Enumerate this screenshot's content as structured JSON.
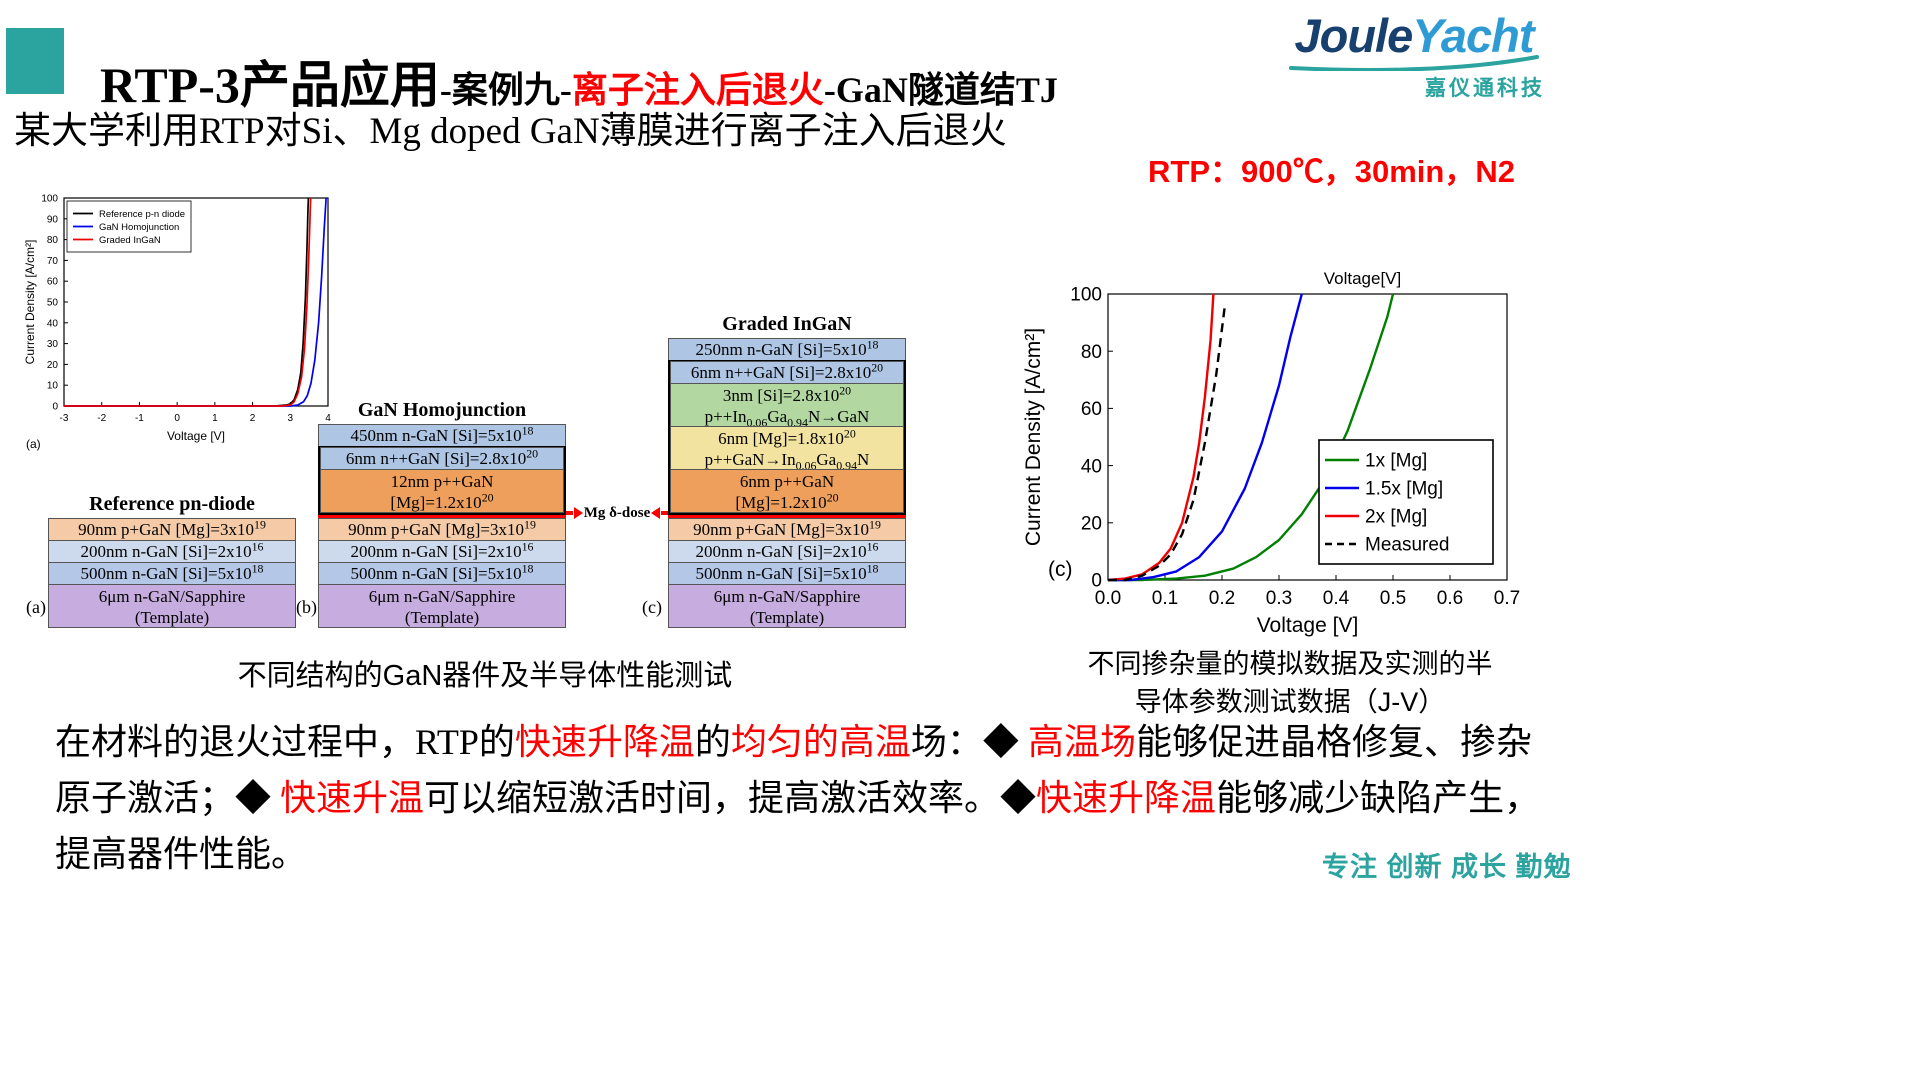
{
  "colors": {
    "accent_teal": "#2BA39E",
    "highlight_red": "#FF0000",
    "logo_dark_blue": "#17406F",
    "logo_light_blue": "#2F9BD5"
  },
  "header": {
    "title_segments": [
      {
        "text": "RTP-3产品应用",
        "color": "#000000",
        "variant": "main"
      },
      {
        "text": "-案例九-",
        "color": "#000000",
        "variant": "sub"
      },
      {
        "text": "离子注入后退火",
        "color": "#FF0000",
        "variant": "sub"
      },
      {
        "text": "-GaN隧道结TJ",
        "color": "#000000",
        "variant": "sub"
      }
    ],
    "logo": {
      "part1": "Joule",
      "part2": "Yacht",
      "subtitle": "嘉仪通科技"
    }
  },
  "subtitle": "某大学利用RTP对Si、Mg doped GaN薄膜进行离子注入后退火",
  "rtp_condition": "RTP：900℃，30min，N2",
  "stacks": {
    "mg_dose_label": "Mg δ-dose",
    "a": {
      "label": "(a)",
      "title": "Reference pn-diode",
      "layers": [
        {
          "text": "90nm p+GaN  [Mg]=3x10^{19}",
          "bg": "#f4cba6"
        },
        {
          "text": "200nm n-GaN  [Si]=2x10^{16}",
          "bg": "#cdd9ec"
        },
        {
          "text": "500nm n-GaN  [Si]=5x10^{18}",
          "bg": "#b4c7e7"
        },
        {
          "text": "6μm n-GaN/Sapphire\n(Template)",
          "bg": "#c7addf"
        }
      ]
    },
    "b": {
      "label": "(b)",
      "title": "GaN Homojunction",
      "layers": [
        {
          "text": "450nm n-GaN  [Si]=5x10^{18}",
          "bg": "#aec6e4"
        },
        {
          "text": "6nm n++GaN [Si]=2.8x10^{20}",
          "bg": "#aec6e4",
          "group": "tj"
        },
        {
          "text": "12nm p++GaN\n[Mg]=1.2x10^{20}",
          "bg": "#ee9f5c",
          "group": "tj"
        },
        {
          "text": "90nm p+GaN  [Mg]=3x10^{19}",
          "bg": "#f4cba6"
        },
        {
          "text": "200nm n-GaN  [Si]=2x10^{16}",
          "bg": "#cdd9ec"
        },
        {
          "text": "500nm n-GaN  [Si]=5x10^{18}",
          "bg": "#b4c7e7"
        },
        {
          "text": "6μm n-GaN/Sapphire\n(Template)",
          "bg": "#c7addf"
        }
      ]
    },
    "c": {
      "label": "(c)",
      "title": "Graded InGaN",
      "layers": [
        {
          "text": "250nm n-GaN  [Si]=5x10^{18}",
          "bg": "#aec6e4"
        },
        {
          "text": "6nm n++GaN [Si]=2.8x10^{20}",
          "bg": "#aec6e4",
          "group": "tj"
        },
        {
          "text": "3nm [Si]=2.8x10^{20}\np++In_{0.06}Ga_{0.94}N→GaN",
          "bg": "#b2d7a0",
          "group": "tj"
        },
        {
          "text": "6nm [Mg]=1.8x10^{20}\np++GaN→In_{0.06}Ga_{0.94}N",
          "bg": "#f2e3a1",
          "group": "tj"
        },
        {
          "text": "6nm p++GaN\n[Mg]=1.2x10^{20}",
          "bg": "#ee9f5c",
          "group": "tj"
        },
        {
          "text": "90nm p+GaN  [Mg]=3x10^{19}",
          "bg": "#f4cba6"
        },
        {
          "text": "200nm n-GaN  [Si]=2x10^{16}",
          "bg": "#cdd9ec"
        },
        {
          "text": "500nm n-GaN  [Si]=5x10^{18}",
          "bg": "#b4c7e7"
        },
        {
          "text": "6μm n-GaN/Sapphire\n(Template)",
          "bg": "#c7addf"
        }
      ]
    }
  },
  "captions": {
    "left": "不同结构的GaN器件及半导体性能测试",
    "right_line1": "不同掺杂量的模拟数据及实测的半",
    "right_line2": "导体参数测试数据（J-V）"
  },
  "paragraph_segments": [
    {
      "text": "在材料的退火过程中，RTP的",
      "highlight": false
    },
    {
      "text": "快速升降温",
      "highlight": true
    },
    {
      "text": "的",
      "highlight": false
    },
    {
      "text": "均匀的高温",
      "highlight": true
    },
    {
      "text": "场：◆ ",
      "highlight": false
    },
    {
      "text": "高温场",
      "highlight": true
    },
    {
      "text": "能够促进晶格修复、掺杂原子激活；◆ ",
      "highlight": false
    },
    {
      "text": "快速升温",
      "highlight": true
    },
    {
      "text": "可以缩短激活时间，提高激活效率。◆",
      "highlight": false
    },
    {
      "text": "快速升降温",
      "highlight": true
    },
    {
      "text": "能够减少缺陷产生，提高器件性能。",
      "highlight": false
    }
  ],
  "footer": {
    "motto": "专注 创新 成长 勤勉"
  },
  "chart_data": [
    {
      "id": "structure-jv",
      "type": "line",
      "title": "",
      "xlabel": "Voltage [V]",
      "ylabel": "Current Density [A/cm²]",
      "xlim": [
        -3,
        4
      ],
      "ylim": [
        0,
        100
      ],
      "xticks": [
        -3,
        -2,
        -1,
        0,
        1,
        2,
        3,
        4
      ],
      "yticks": [
        0,
        10,
        20,
        30,
        40,
        50,
        60,
        70,
        80,
        90,
        100
      ],
      "corner_label": "(a)",
      "legend_position": "top-left",
      "series": [
        {
          "name": "Reference p-n diode",
          "color": "#000000",
          "points": [
            [
              -3,
              0
            ],
            [
              -1,
              0
            ],
            [
              1,
              0
            ],
            [
              2,
              0
            ],
            [
              2.6,
              0
            ],
            [
              2.9,
              0.5
            ],
            [
              3.0,
              1
            ],
            [
              3.1,
              3
            ],
            [
              3.2,
              8
            ],
            [
              3.28,
              16
            ],
            [
              3.34,
              30
            ],
            [
              3.4,
              52
            ],
            [
              3.44,
              75
            ],
            [
              3.47,
              95
            ],
            [
              3.48,
              100
            ]
          ]
        },
        {
          "name": "GaN Homojunction",
          "color": "#0000ee",
          "points": [
            [
              -3,
              0
            ],
            [
              0,
              0
            ],
            [
              2,
              0
            ],
            [
              3.0,
              0
            ],
            [
              3.2,
              0.5
            ],
            [
              3.35,
              2
            ],
            [
              3.45,
              5
            ],
            [
              3.55,
              11
            ],
            [
              3.65,
              22
            ],
            [
              3.75,
              40
            ],
            [
              3.83,
              62
            ],
            [
              3.9,
              85
            ],
            [
              3.95,
              100
            ]
          ]
        },
        {
          "name": "Graded InGaN",
          "color": "#ee0000",
          "points": [
            [
              -3,
              0
            ],
            [
              0,
              0
            ],
            [
              2,
              0
            ],
            [
              2.8,
              0
            ],
            [
              3.0,
              0.5
            ],
            [
              3.1,
              2
            ],
            [
              3.2,
              6
            ],
            [
              3.3,
              14
            ],
            [
              3.38,
              28
            ],
            [
              3.44,
              48
            ],
            [
              3.49,
              72
            ],
            [
              3.53,
              95
            ],
            [
              3.54,
              100
            ]
          ]
        }
      ]
    },
    {
      "id": "doping-jv",
      "type": "line",
      "title": "",
      "xlabel": "Voltage [V]",
      "ylabel": "Current Density [A/cm²]",
      "top_label": "Voltage[V]",
      "xlim": [
        0,
        0.7
      ],
      "ylim": [
        0,
        100
      ],
      "xticks": [
        0,
        0.1,
        0.2,
        0.3,
        0.4,
        0.5,
        0.6,
        0.7
      ],
      "xtick_labels": [
        "0.0",
        "0.1",
        "0.2",
        "0.3",
        "0.4",
        "0.5",
        "0.6",
        "0.7"
      ],
      "yticks": [
        0,
        20,
        40,
        60,
        80,
        100
      ],
      "corner_label": "(c)",
      "legend_position": "right-center",
      "series": [
        {
          "name": "1x [Mg]",
          "color": "#008000",
          "points": [
            [
              0,
              0
            ],
            [
              0.06,
              0
            ],
            [
              0.12,
              0.5
            ],
            [
              0.17,
              1.5
            ],
            [
              0.22,
              4
            ],
            [
              0.26,
              8
            ],
            [
              0.3,
              14
            ],
            [
              0.34,
              23
            ],
            [
              0.38,
              35
            ],
            [
              0.42,
              52
            ],
            [
              0.46,
              74
            ],
            [
              0.49,
              92
            ],
            [
              0.5,
              100
            ]
          ]
        },
        {
          "name": "1.5x [Mg]",
          "color": "#0000ee",
          "points": [
            [
              0,
              0
            ],
            [
              0.04,
              0
            ],
            [
              0.08,
              1
            ],
            [
              0.12,
              3
            ],
            [
              0.16,
              8
            ],
            [
              0.2,
              17
            ],
            [
              0.24,
              32
            ],
            [
              0.27,
              48
            ],
            [
              0.3,
              68
            ],
            [
              0.32,
              85
            ],
            [
              0.34,
              100
            ]
          ]
        },
        {
          "name": "2x [Mg]",
          "color": "#ee0000",
          "points": [
            [
              0,
              0
            ],
            [
              0.03,
              0.5
            ],
            [
              0.06,
              2
            ],
            [
              0.09,
              6
            ],
            [
              0.11,
              11
            ],
            [
              0.13,
              20
            ],
            [
              0.15,
              36
            ],
            [
              0.16,
              48
            ],
            [
              0.17,
              64
            ],
            [
              0.18,
              84
            ],
            [
              0.185,
              100
            ]
          ]
        },
        {
          "name": "Measured",
          "color": "#000000",
          "dash": true,
          "points": [
            [
              0,
              0
            ],
            [
              0.03,
              0
            ],
            [
              0.06,
              1.5
            ],
            [
              0.09,
              5
            ],
            [
              0.11,
              9
            ],
            [
              0.13,
              16
            ],
            [
              0.15,
              28
            ],
            [
              0.17,
              48
            ],
            [
              0.19,
              72
            ],
            [
              0.205,
              96
            ]
          ]
        }
      ]
    }
  ]
}
